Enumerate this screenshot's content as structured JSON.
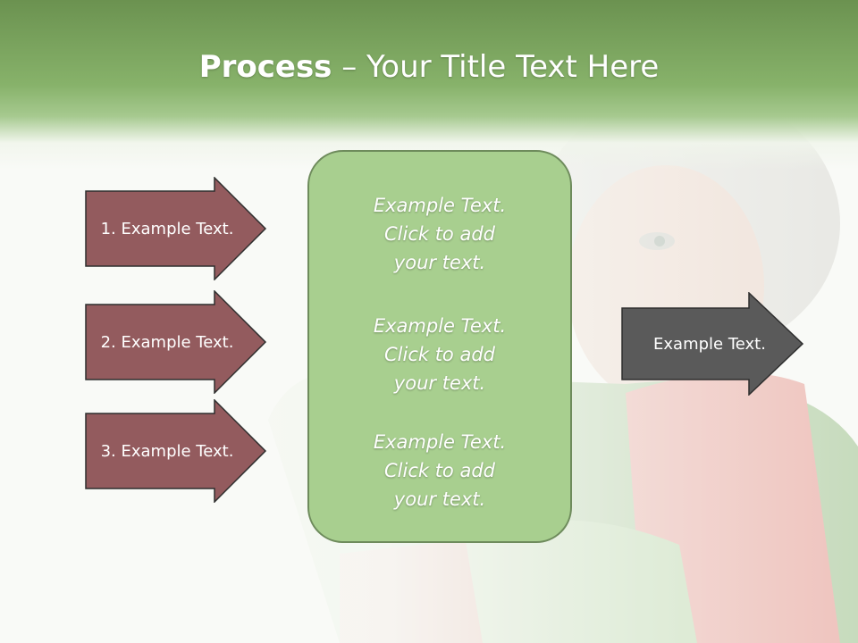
{
  "slide": {
    "title_bold": "Process",
    "title_rest": " – Your Title Text Here"
  },
  "left_arrows": [
    {
      "label": "1. Example Text."
    },
    {
      "label": "2. Example Text."
    },
    {
      "label": "3. Example Text."
    }
  ],
  "center_box": {
    "paragraphs": [
      {
        "line1": "Example Text.",
        "line2": "Click  to add",
        "line3": "your text."
      },
      {
        "line1": "Example Text.",
        "line2": "Click  to add",
        "line3": "your text."
      },
      {
        "line1": "Example Text.",
        "line2": "Click  to add",
        "line3": "your text."
      }
    ]
  },
  "right_arrow": {
    "label": "Example Text."
  },
  "colors": {
    "header_green": "#87b26a",
    "arrow_maroon": "#935b5e",
    "box_green": "#a8cf8f",
    "arrow_gray": "#5a5a5a"
  }
}
